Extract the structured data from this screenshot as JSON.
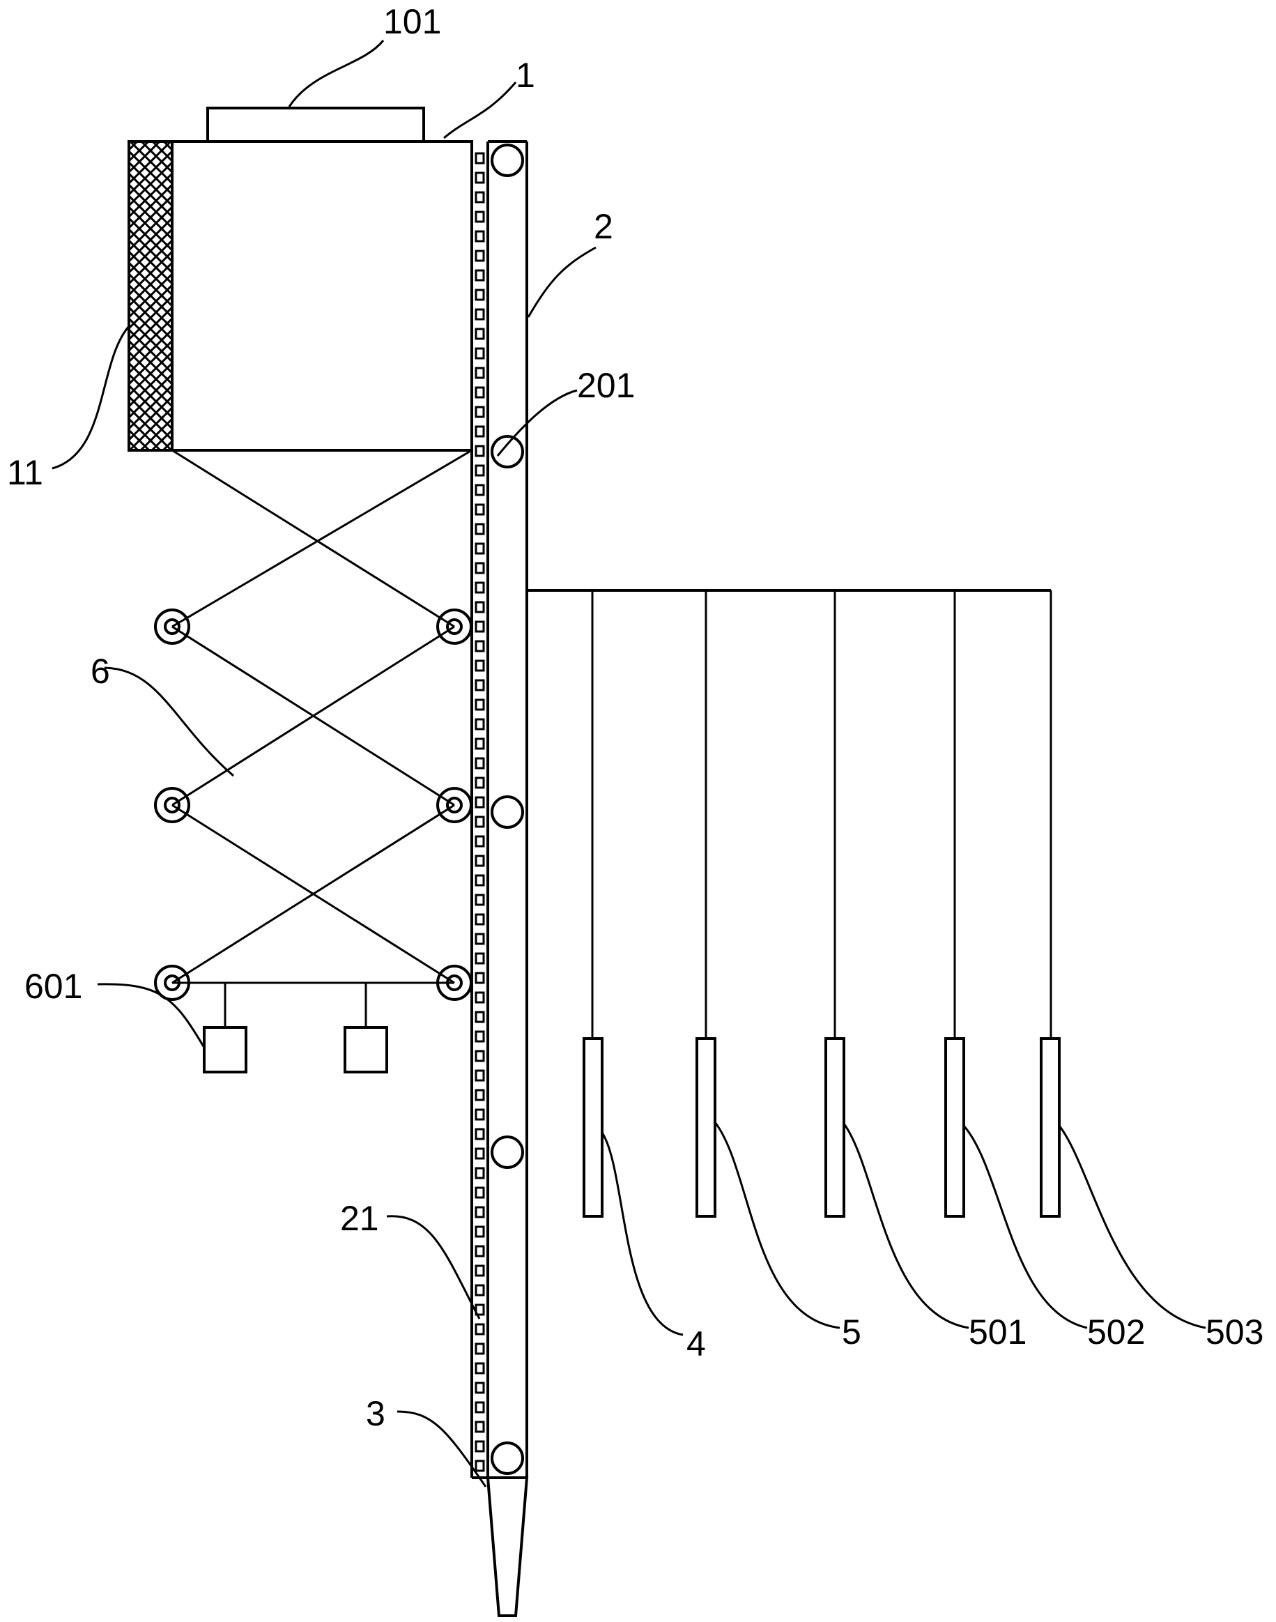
{
  "labels": {
    "l101": "101",
    "l1": "1",
    "l2": "2",
    "l201": "201",
    "l11": "11",
    "l6": "6",
    "l601": "601",
    "l21": "21",
    "l3": "3",
    "l4": "4",
    "l5": "5",
    "l501": "501",
    "l502": "502",
    "l503": "503"
  },
  "colors": {
    "line": "#000000",
    "background": "#ffffff"
  }
}
